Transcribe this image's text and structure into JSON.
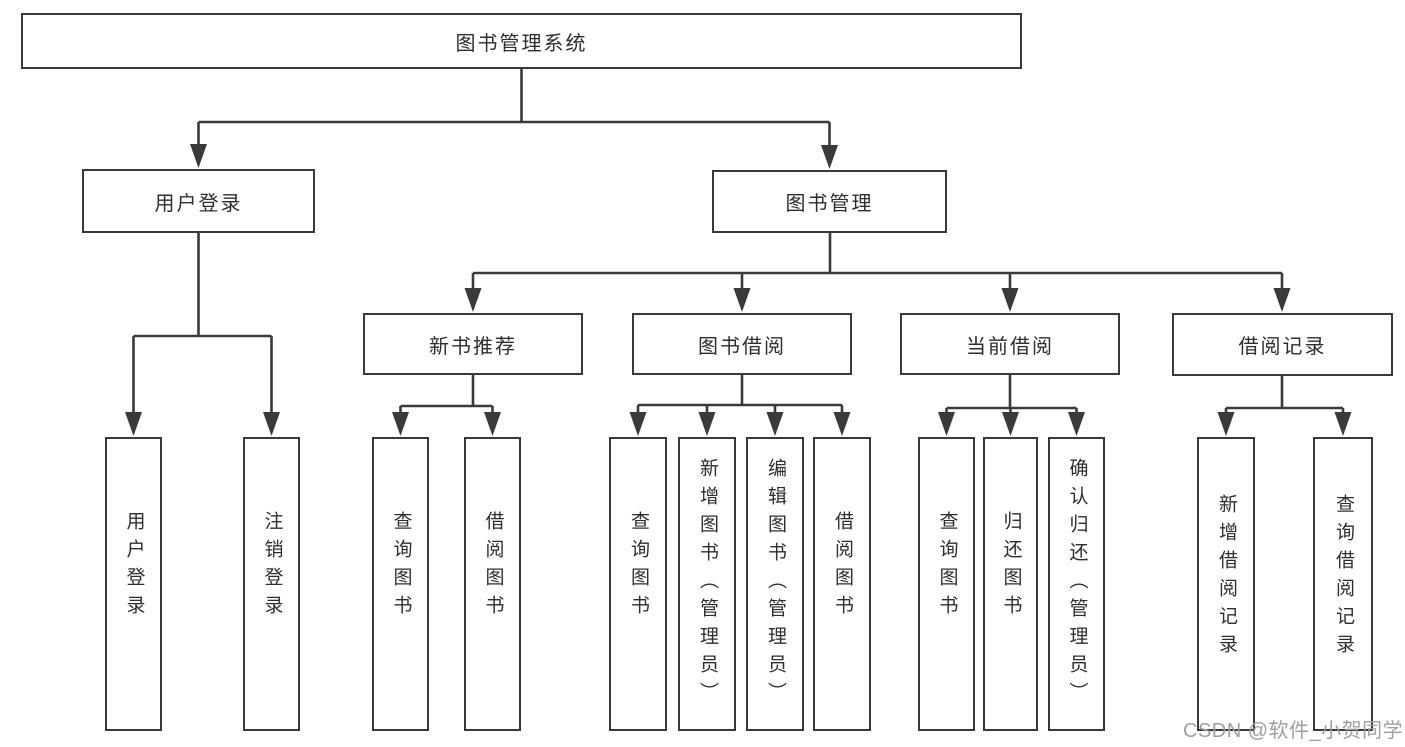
{
  "tree": {
    "root": "图书管理系统",
    "branches": [
      {
        "label": "用户登录",
        "children": [
          "用户登录",
          "注销登录"
        ]
      },
      {
        "label": "图书管理",
        "groups": [
          {
            "label": "新书推荐",
            "children": [
              "查询图书",
              "借阅图书"
            ]
          },
          {
            "label": "图书借阅",
            "children": [
              "查询图书",
              "新增图书（管理员）",
              "编辑图书（管理员）",
              "借阅图书"
            ]
          },
          {
            "label": "当前借阅",
            "children": [
              "查询图书",
              "归还图书",
              "确认归还（管理员）"
            ]
          },
          {
            "label": "借阅记录",
            "children": [
              "新增借阅记录",
              "查询借阅记录"
            ]
          }
        ]
      }
    ]
  },
  "watermark": {
    "text": "CSDN @软件_小贺同学"
  },
  "colors": {
    "line": "#3a3a3a",
    "box_border": "#3a3a3a",
    "text": "#2e2e2e",
    "background": "#ffffff",
    "watermark": "#9f9f9f"
  }
}
